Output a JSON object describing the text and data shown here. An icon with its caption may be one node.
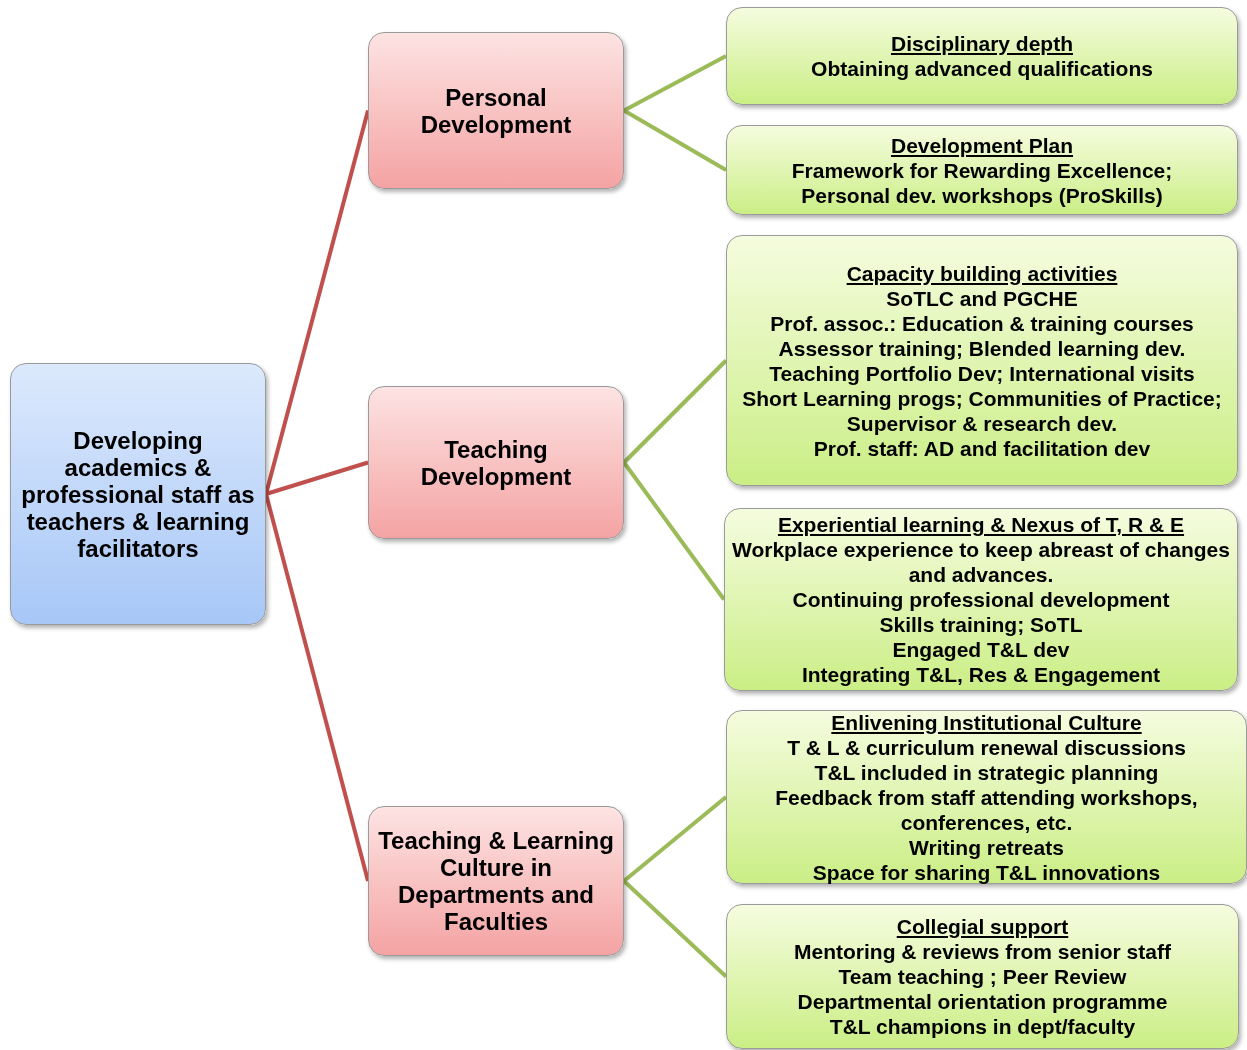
{
  "diagram": {
    "nodes": [
      {
        "text": [
          "Developing academics & professional staff as teachers & learning facilitators"
        ]
      },
      {
        "text": [
          "Personal Development"
        ]
      },
      {
        "text": [
          "Teaching Development"
        ]
      },
      {
        "text": [
          "Teaching & Learning Culture in Departments and Faculties"
        ]
      },
      {
        "text": [
          "Disciplinary depth",
          "Obtaining advanced qualifications"
        ]
      },
      {
        "text": [
          "Development Plan",
          "Framework for Rewarding Excellence;",
          "Personal dev. workshops (ProSkills)"
        ]
      },
      {
        "text": [
          "Capacity building activities",
          "SoTLC and PGCHE",
          "Prof. assoc.: Education & training courses",
          "Assessor training; Blended learning dev.",
          "Teaching Portfolio Dev; International visits",
          "Short Learning progs; Communities of Practice; Supervisor & research dev.",
          "Prof. staff: AD and facilitation dev"
        ]
      },
      {
        "text": [
          "Experiential learning & Nexus of T, R & E",
          "Workplace experience to keep abreast of changes and advances.",
          "Continuing professional development",
          "Skills training; SoTL",
          "Engaged T&L dev",
          "Integrating T&L, Res & Engagement"
        ]
      },
      {
        "text": [
          "Enlivening Institutional Culture",
          "T & L & curriculum renewal discussions",
          "T&L included in strategic planning",
          "Feedback from staff attending workshops, conferences, etc.",
          "Writing retreats",
          "Space for sharing T&L innovations"
        ]
      },
      {
        "text": [
          "Collegial support",
          "Mentoring & reviews from senior staff",
          "Team teaching ; Peer Review",
          "Departmental orientation programme",
          "T&L champions in dept/faculty"
        ]
      }
    ],
    "edges": [
      {
        "from": 0,
        "to": 1,
        "arrow": "none",
        "color": "#c0504d"
      },
      {
        "from": 0,
        "to": 2,
        "arrow": "none",
        "color": "#c0504d"
      },
      {
        "from": 0,
        "to": 3,
        "arrow": "none",
        "color": "#c0504d"
      },
      {
        "from": 1,
        "to": 4,
        "arrow": "none"
      },
      {
        "from": 1,
        "to": 5,
        "arrow": "none"
      },
      {
        "from": 2,
        "to": 6,
        "arrow": "none"
      },
      {
        "from": 2,
        "to": 7,
        "arrow": "none"
      },
      {
        "from": 3,
        "to": 8,
        "arrow": "none"
      },
      {
        "from": 3,
        "to": 9,
        "arrow": "none"
      }
    ]
  }
}
